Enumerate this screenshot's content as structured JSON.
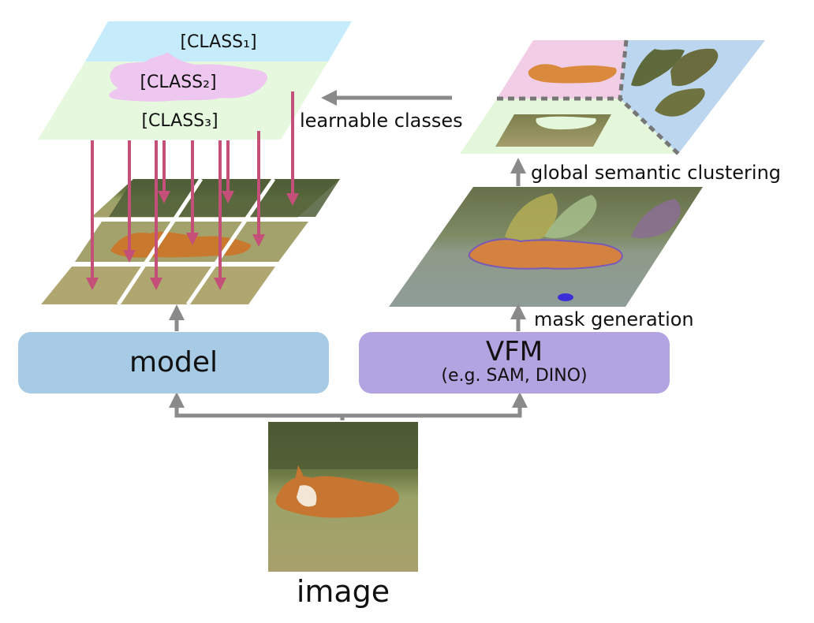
{
  "classes": {
    "class1": "[CLASS₁]",
    "class2": "[CLASS₂]",
    "class3": "[CLASS₃]"
  },
  "captions": {
    "learnable_classes": "learnable classes",
    "global_semantic_clustering": "global semantic clustering",
    "mask_generation": "mask generation",
    "image": "image"
  },
  "boxes": {
    "model": "model",
    "vfm": "VFM",
    "vfm_sub": "(e.g. SAM, DINO)"
  },
  "colors": {
    "model_box": "#a7cbe5",
    "vfm_box": "#b2a3e1",
    "class1_region": "#c6ecfb",
    "class2_region": "#edc7f0",
    "class3_region": "#e6f8dd",
    "arrow_pink": "#c4507a",
    "arrow_gray": "#8a8a8a"
  }
}
